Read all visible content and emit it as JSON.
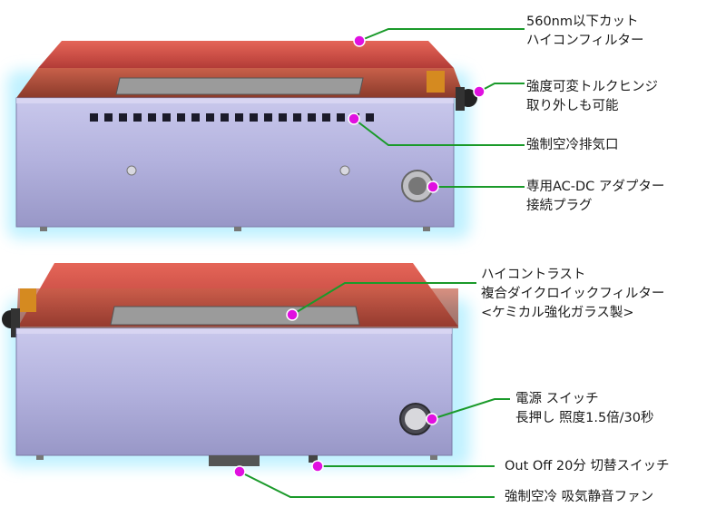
{
  "callouts": [
    {
      "id": "filter-top",
      "lines": [
        "560nm以下カット",
        "ハイコンフィルター"
      ]
    },
    {
      "id": "hinge",
      "lines": [
        "強度可変トルクヒンジ",
        "取り外しも可能"
      ]
    },
    {
      "id": "exhaust",
      "lines": [
        "強制空冷排気口"
      ]
    },
    {
      "id": "dc-plug",
      "lines": [
        "専用AC-DC アダプター",
        "接続プラグ"
      ]
    },
    {
      "id": "filter-front",
      "lines": [
        "ハイコントラスト",
        "複合ダイクロイックフィルター",
        "<ケミカル強化ガラス製>"
      ]
    },
    {
      "id": "power-switch",
      "lines": [
        "電源 スイッチ",
        "長押し 照度1.5倍/30秒"
      ]
    },
    {
      "id": "timer-switch",
      "lines": [
        "Out Off 20分 切替スイッチ"
      ]
    },
    {
      "id": "fan",
      "lines": [
        "強制空冷 吸気静音ファン"
      ]
    }
  ],
  "colors": {
    "body": "#a9a8d6",
    "filter": "#c81e1e",
    "leader": "#1a9a2a",
    "dot": "#e010e0",
    "glow": "#8fe8ff"
  }
}
